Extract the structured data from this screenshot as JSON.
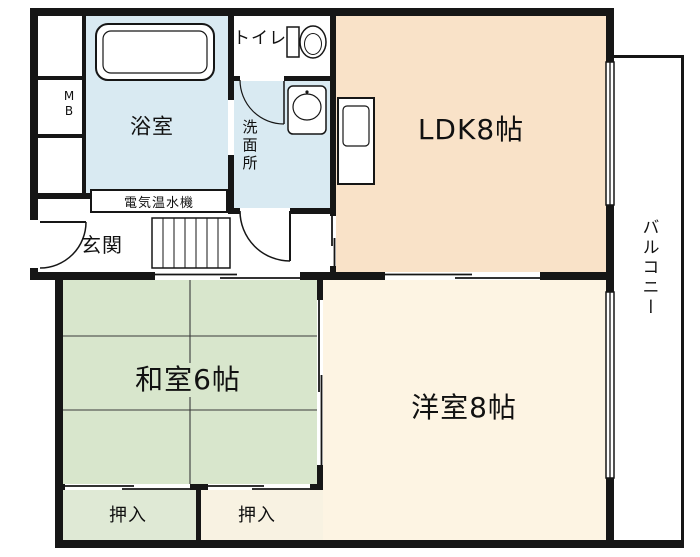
{
  "plan": {
    "rooms": {
      "ldk": {
        "label": "LDK8帖"
      },
      "washitsu": {
        "label": "和室6帖"
      },
      "youshitsu": {
        "label": "洋室8帖"
      },
      "bath": {
        "label": "浴室"
      },
      "washroom": {
        "label": "洗面所"
      },
      "toilet": {
        "label": "トイレ"
      },
      "genkan": {
        "label": "玄関"
      },
      "balcony": {
        "label": "バルコニー"
      },
      "closet_left": {
        "label": "押入"
      },
      "closet_right": {
        "label": "押入"
      },
      "meter_box": {
        "label": "MB"
      },
      "water_heater": {
        "label": "電気温水機"
      }
    },
    "colors": {
      "wall": "#161616",
      "ldk_floor": "#f9e2c8",
      "western_floor": "#fdf4e3",
      "tatami_floor": "#d8e6cc",
      "wet_area_floor": "#d9eaf2",
      "closet_left_floor": "#dfe9d5",
      "closet_right_floor": "#f8f2e2",
      "fixture": "#ffffff",
      "line": "#3a3a3a"
    },
    "fixtures": {
      "bathtub": "bathtub-icon",
      "toilet": "toilet-icon",
      "sink": "washbasin-icon",
      "kitchen": "kitchen-counter-icon",
      "shoe_cabinet": "shoe-cabinet-icon"
    }
  }
}
